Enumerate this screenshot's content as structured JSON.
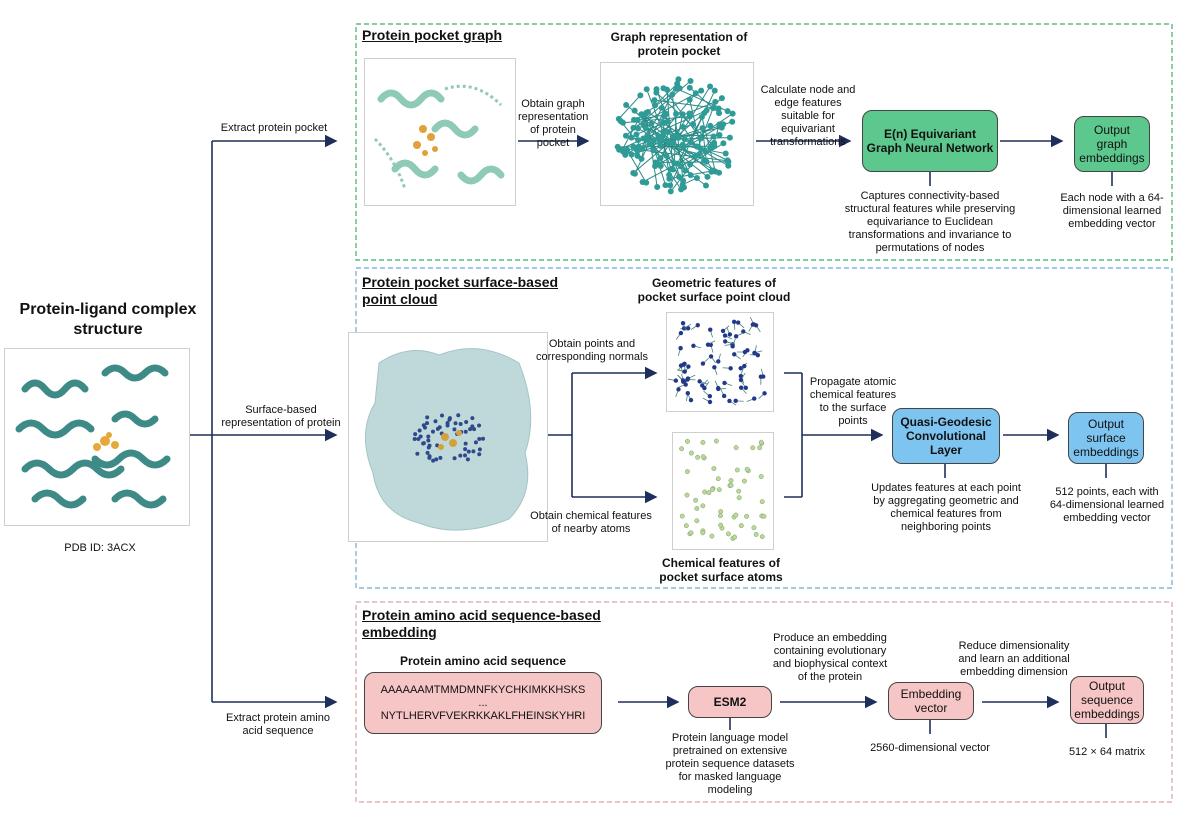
{
  "left": {
    "title": "Protein-ligand complex structure",
    "pdb": "PDB ID: 3ACX"
  },
  "branches": {
    "pocket": "Extract protein pocket",
    "surface": "Surface-based representation of protein",
    "sequence": "Extract protein amino acid sequence"
  },
  "section1": {
    "title": "Protein pocket graph",
    "graph_title": "Graph representation of protein pocket",
    "step1": "Obtain graph representation of protein pocket",
    "step2": "Calculate node and edge features suitable for equivariant transformations",
    "egnn": "E(n) Equivariant Graph Neural Network",
    "egnn_desc": "Captures connectivity-based structural features while preserving equivariance to Euclidean transformations and invariance to permutations of nodes",
    "output": "Output graph embeddings",
    "output_desc": "Each node with a 64-dimensional learned embedding vector"
  },
  "section2": {
    "title": "Protein pocket surface-based point cloud",
    "geo_title": "Geometric features of pocket surface point cloud",
    "chem_title": "Chemical features of pocket surface atoms",
    "step_points": "Obtain points and corresponding normals",
    "step_chem": "Obtain chemical features of nearby atoms",
    "propagate": "Propagate atomic chemical features to the surface points",
    "qgc": "Quasi-Geodesic Convolutional Layer",
    "qgc_desc": "Updates features at each point by aggregating geometric and chemical features from neighboring points",
    "output": "Output surface embeddings",
    "output_desc": "512 points, each with 64-dimensional learned embedding vector"
  },
  "section3": {
    "title": "Protein amino acid sequence-based embedding",
    "seq_title": "Protein amino acid sequence",
    "seq_line1": "AAAAAAMTMMDMNFKYCHKIMKKHSKS",
    "seq_ellipsis": "...",
    "seq_line2": "NYTLHERVFVEKRKKAKLFHEINSKYHRI",
    "esm": "ESM2",
    "esm_desc": "Protein language model pretrained on extensive protein sequence datasets for masked language modeling",
    "produce": "Produce an embedding containing evolutionary and biophysical context of the protein",
    "emb": "Embedding vector",
    "emb_desc": "2560-dimensional vector",
    "reduce": "Reduce dimensionality and learn an additional embedding dimension",
    "output": "Output sequence embeddings",
    "output_desc": "512 × 64 matrix"
  },
  "colors": {
    "green_section": "#3fae6a",
    "blue_section": "#6aa9d8",
    "pink_section": "#d9a3a3",
    "arrow": "#1f2f5c",
    "green_node": "#5cc88e",
    "blue_node": "#7ec4f1",
    "pink_node": "#f6c6c6"
  }
}
